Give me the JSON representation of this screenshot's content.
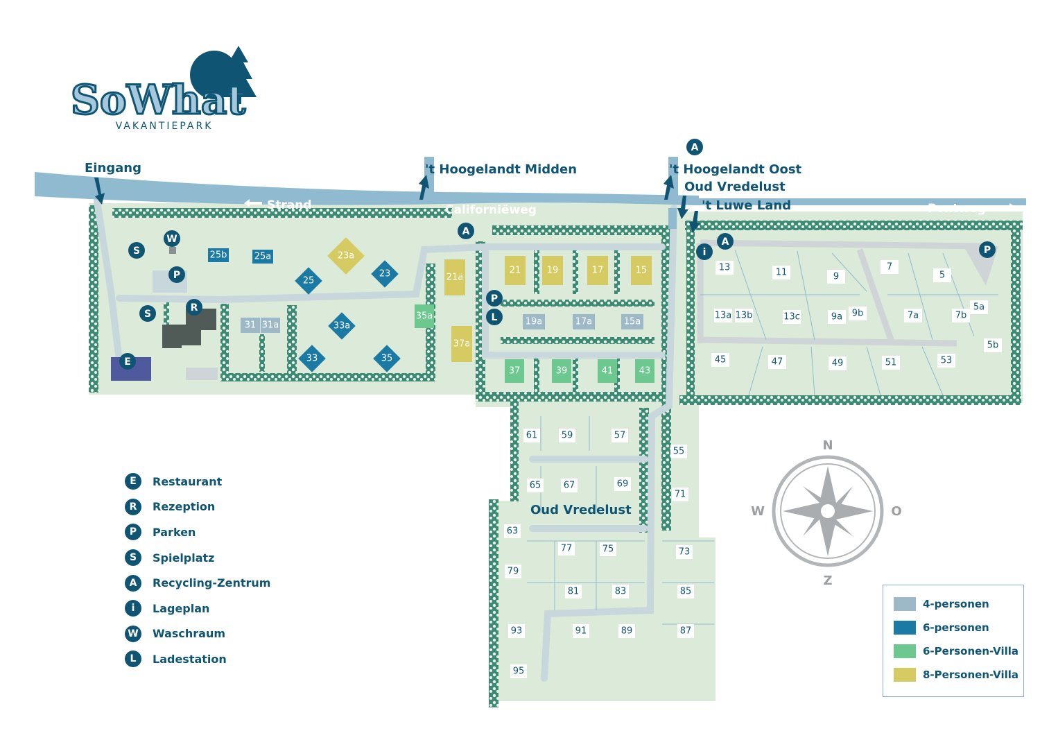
{
  "logo": {
    "name": "SoWhat",
    "subtitle": "VAKANTIEPARK"
  },
  "colors": {
    "road": "#8fbad0",
    "park": "#dcebd9",
    "navy": "#0f5573",
    "hedge": "#3d8a74",
    "p4": "#9db9c8",
    "p6": "#1a7aa3",
    "villa6": "#6cc88e",
    "villa8": "#d6cb62",
    "path": "#c8d7dc",
    "parking": "#cfd4d6"
  },
  "roads": {
    "main": "Californiëweg",
    "west": "Strand",
    "east": "Pontweg"
  },
  "labels": {
    "entrance": "Eingang",
    "midden": "'t Hoogelandt Midden",
    "oost": "'t Hoogelandt Oost",
    "oudvredelust": "Oud Vredelust",
    "luweland": "'t Luwe Land",
    "area": "Oud Vredelust"
  },
  "compass": {
    "n": "N",
    "e": "O",
    "s": "Z",
    "w": "W"
  },
  "legend": [
    {
      "icon": "E",
      "label": "Restaurant"
    },
    {
      "icon": "R",
      "label": "Rezeption"
    },
    {
      "icon": "P",
      "label": "Parken"
    },
    {
      "icon": "S",
      "label": "Spielplatz"
    },
    {
      "icon": "A",
      "label": "Recycling-Zentrum"
    },
    {
      "icon": "i",
      "label": "Lageplan"
    },
    {
      "icon": "W",
      "label": "Waschraum"
    },
    {
      "icon": "L",
      "label": "Ladestation"
    }
  ],
  "key": [
    {
      "label": "4-personen",
      "color": "#9db9c8"
    },
    {
      "label": "6-personen",
      "color": "#1a7aa3"
    },
    {
      "label": "6-Personen-Villa",
      "color": "#6cc88e"
    },
    {
      "label": "8-Personen-Villa",
      "color": "#d6cb62"
    }
  ],
  "markers": [
    "S",
    "W",
    "P",
    "S",
    "R",
    "E",
    "A",
    "P",
    "L",
    "i",
    "A",
    "P",
    "A"
  ],
  "houses": {
    "blue_tags": [
      "25b",
      "25a"
    ],
    "diamonds": [
      "25",
      "23",
      "33a",
      "33",
      "35"
    ],
    "gold_diamond": "23a",
    "gray_pairs": [
      "31",
      "31a",
      "19a",
      "17a",
      "15a"
    ],
    "villa8": [
      "21a",
      "37a",
      "21",
      "19",
      "17",
      "15"
    ],
    "villa6": [
      "35a",
      "37",
      "39",
      "41",
      "43"
    ],
    "luwe": [
      "13",
      "11",
      "9",
      "7",
      "5",
      "13a",
      "13b",
      "13c",
      "9a",
      "9b",
      "7a",
      "7b",
      "5a",
      "5b",
      "45",
      "47",
      "49",
      "51",
      "53"
    ],
    "vredelust": [
      "61",
      "59",
      "57",
      "55",
      "65",
      "67",
      "69",
      "71",
      "63",
      "77",
      "75",
      "73",
      "79",
      "81",
      "83",
      "85",
      "93",
      "91",
      "89",
      "87",
      "95"
    ]
  }
}
